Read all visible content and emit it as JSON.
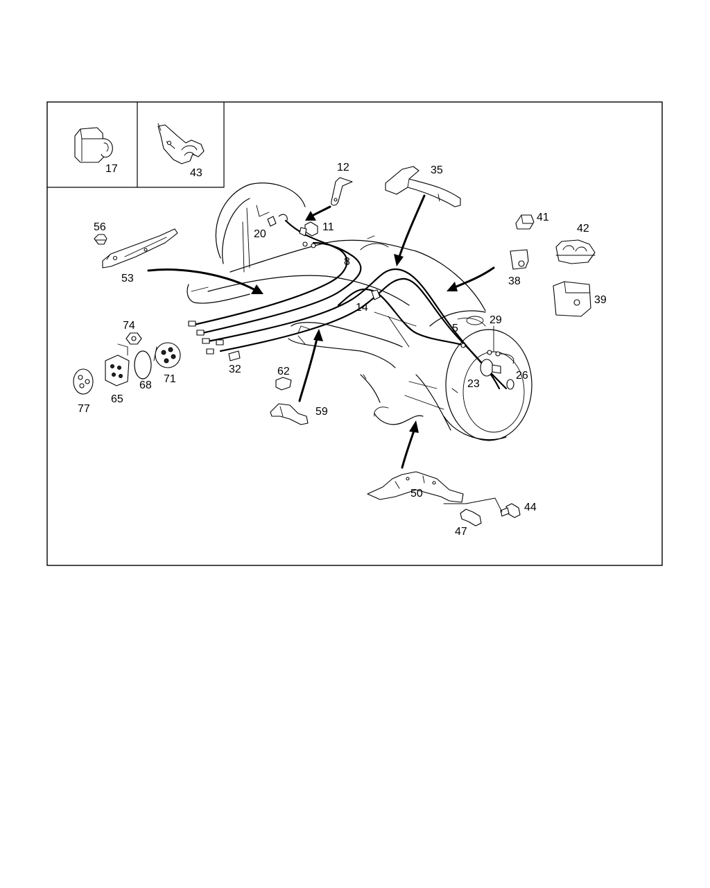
{
  "diagram": {
    "labels": [
      {
        "id": "17",
        "text": "17"
      },
      {
        "id": "43",
        "text": "43"
      },
      {
        "id": "12",
        "text": "12"
      },
      {
        "id": "35",
        "text": "35"
      },
      {
        "id": "11",
        "text": "11"
      },
      {
        "id": "20",
        "text": "20"
      },
      {
        "id": "8",
        "text": "8"
      },
      {
        "id": "56",
        "text": "56"
      },
      {
        "id": "53",
        "text": "53"
      },
      {
        "id": "41",
        "text": "41"
      },
      {
        "id": "42",
        "text": "42"
      },
      {
        "id": "38",
        "text": "38"
      },
      {
        "id": "39",
        "text": "39"
      },
      {
        "id": "14",
        "text": "14"
      },
      {
        "id": "5",
        "text": "5"
      },
      {
        "id": "29",
        "text": "29"
      },
      {
        "id": "74",
        "text": "74"
      },
      {
        "id": "71",
        "text": "71"
      },
      {
        "id": "68",
        "text": "68"
      },
      {
        "id": "65",
        "text": "65"
      },
      {
        "id": "77",
        "text": "77"
      },
      {
        "id": "32",
        "text": "32"
      },
      {
        "id": "62",
        "text": "62"
      },
      {
        "id": "59",
        "text": "59"
      },
      {
        "id": "23",
        "text": "23"
      },
      {
        "id": "26",
        "text": "26"
      },
      {
        "id": "50",
        "text": "50"
      },
      {
        "id": "44",
        "text": "44"
      },
      {
        "id": "47",
        "text": "47"
      }
    ]
  }
}
